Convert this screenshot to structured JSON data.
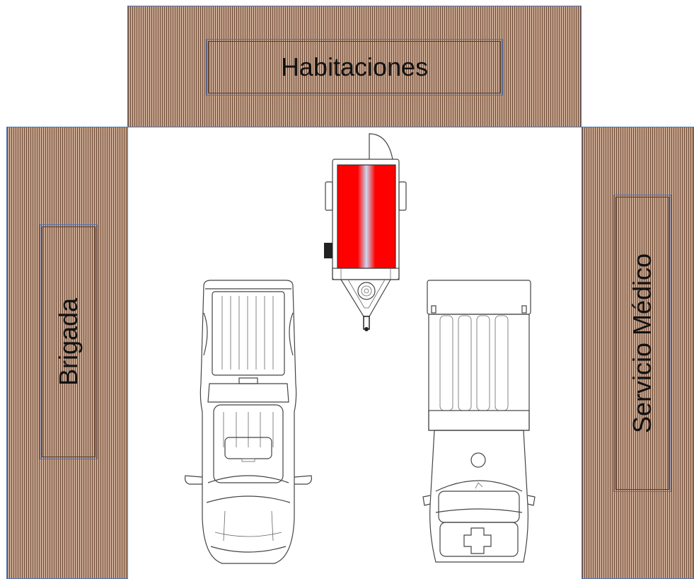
{
  "zones": {
    "top": "Habitaciones",
    "left": "Brigada",
    "right": "Servicio Médico"
  },
  "colors": {
    "wood_dark": "#6e4a35",
    "wood_light": "#c9a892",
    "border_blue": "#4a74b8",
    "trailer_red": "#ff0000",
    "trailer_highlight": "#c8d8f0"
  },
  "vehicles": [
    "trailer-icon",
    "pickup-truck-icon",
    "ambulance-icon"
  ]
}
